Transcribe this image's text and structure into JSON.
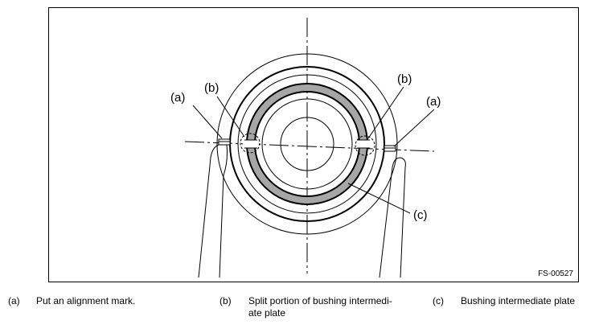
{
  "figure": {
    "code": "FS-00527",
    "callouts": {
      "a": "(a)",
      "b": "(b)",
      "c": "(c)"
    }
  },
  "legend": [
    {
      "key": "(a)",
      "text": "Put an alignment mark."
    },
    {
      "key": "(b)",
      "text_line1": "Split portion of bushing intermedi-",
      "text_line2": "ate plate"
    },
    {
      "key": "(c)",
      "text": "Bushing intermediate plate"
    }
  ],
  "colors": {
    "ring_fill": "#a6a6a6",
    "line": "#000000"
  }
}
